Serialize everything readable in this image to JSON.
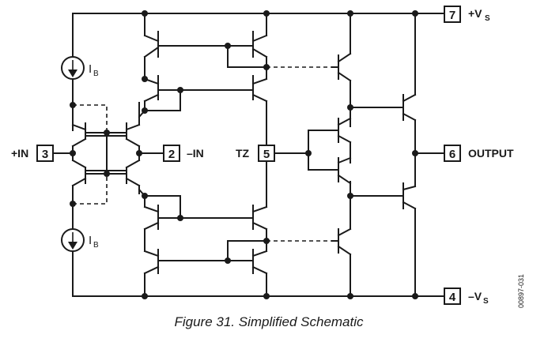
{
  "pins": {
    "vplus": {
      "number": "7",
      "label": "+V",
      "sub": "S"
    },
    "inplus": {
      "number": "3",
      "label": "+IN"
    },
    "inminus": {
      "number": "2",
      "label": "–IN"
    },
    "tz": {
      "number": "5",
      "label": "TZ"
    },
    "output": {
      "number": "6",
      "label": "OUTPUT"
    },
    "vminus": {
      "number": "4",
      "label": "–V",
      "sub": "S"
    }
  },
  "current_sources": [
    {
      "label": "I",
      "sub": "B"
    },
    {
      "label": "I",
      "sub": "B"
    }
  ],
  "caption": "Figure 31. Simplified Schematic",
  "figure_code": "00897-031"
}
